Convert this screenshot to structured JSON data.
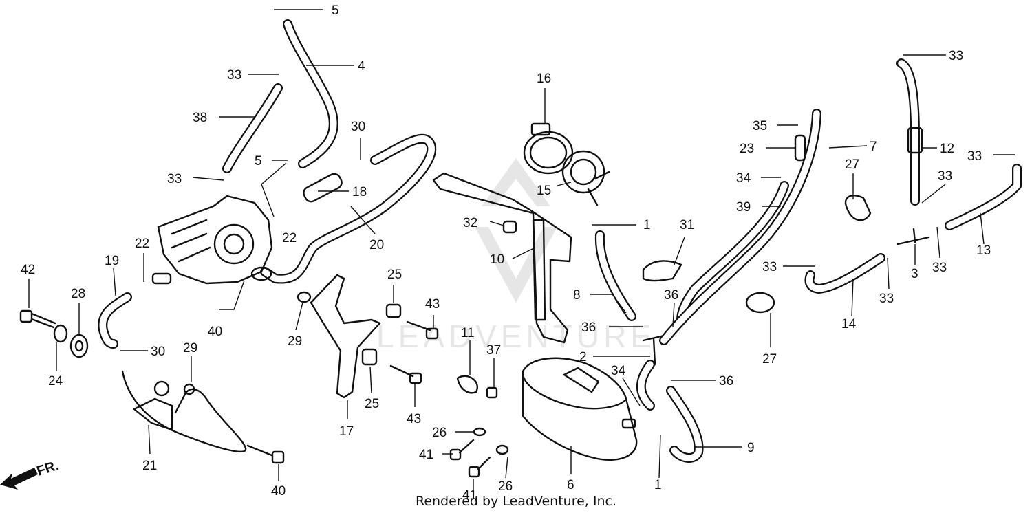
{
  "footer": {
    "credit": "Rendered by LeadVenture, Inc."
  },
  "watermark": {
    "text": "LEADVENTURE"
  },
  "direction_marker": {
    "label": "FR."
  },
  "callouts": [
    {
      "id": "c5a",
      "label": "5"
    },
    {
      "id": "c4",
      "label": "4"
    },
    {
      "id": "c33a",
      "label": "33"
    },
    {
      "id": "c38",
      "label": "38"
    },
    {
      "id": "c30a",
      "label": "30"
    },
    {
      "id": "c5b",
      "label": "5"
    },
    {
      "id": "c33b",
      "label": "33"
    },
    {
      "id": "c18",
      "label": "18"
    },
    {
      "id": "c20",
      "label": "20"
    },
    {
      "id": "c22a",
      "label": "22"
    },
    {
      "id": "c22b",
      "label": "22"
    },
    {
      "id": "c19",
      "label": "19"
    },
    {
      "id": "c42",
      "label": "42"
    },
    {
      "id": "c28",
      "label": "28"
    },
    {
      "id": "c24",
      "label": "24"
    },
    {
      "id": "c40a",
      "label": "40"
    },
    {
      "id": "c29a",
      "label": "29"
    },
    {
      "id": "c30b",
      "label": "30"
    },
    {
      "id": "c29b",
      "label": "29"
    },
    {
      "id": "c21",
      "label": "21"
    },
    {
      "id": "c40b",
      "label": "40"
    },
    {
      "id": "c17",
      "label": "17"
    },
    {
      "id": "c25a",
      "label": "25"
    },
    {
      "id": "c25b",
      "label": "25"
    },
    {
      "id": "c43a",
      "label": "43"
    },
    {
      "id": "c43b",
      "label": "43"
    },
    {
      "id": "c16",
      "label": "16"
    },
    {
      "id": "c15",
      "label": "15"
    },
    {
      "id": "c32",
      "label": "32"
    },
    {
      "id": "c10",
      "label": "10"
    },
    {
      "id": "c1a",
      "label": "1"
    },
    {
      "id": "c8",
      "label": "8"
    },
    {
      "id": "c36a",
      "label": "36"
    },
    {
      "id": "c36b",
      "label": "36"
    },
    {
      "id": "c31",
      "label": "31"
    },
    {
      "id": "c2",
      "label": "2"
    },
    {
      "id": "c11",
      "label": "11"
    },
    {
      "id": "c37",
      "label": "37"
    },
    {
      "id": "c26a",
      "label": "26"
    },
    {
      "id": "c26b",
      "label": "26"
    },
    {
      "id": "c41a",
      "label": "41"
    },
    {
      "id": "c41b",
      "label": "41"
    },
    {
      "id": "c6",
      "label": "6"
    },
    {
      "id": "c34a",
      "label": "34"
    },
    {
      "id": "c1b",
      "label": "1"
    },
    {
      "id": "c36c",
      "label": "36"
    },
    {
      "id": "c9",
      "label": "9"
    },
    {
      "id": "c35",
      "label": "35"
    },
    {
      "id": "c23",
      "label": "23"
    },
    {
      "id": "c34b",
      "label": "34"
    },
    {
      "id": "c39",
      "label": "39"
    },
    {
      "id": "c7",
      "label": "7"
    },
    {
      "id": "c27a",
      "label": "27"
    },
    {
      "id": "c27b",
      "label": "27"
    },
    {
      "id": "c33c",
      "label": "33"
    },
    {
      "id": "c12",
      "label": "12"
    },
    {
      "id": "c33d",
      "label": "33"
    },
    {
      "id": "c33e",
      "label": "33"
    },
    {
      "id": "c13",
      "label": "13"
    },
    {
      "id": "c33f",
      "label": "33"
    },
    {
      "id": "c3",
      "label": "3"
    },
    {
      "id": "c33g",
      "label": "33"
    },
    {
      "id": "c33h",
      "label": "33"
    },
    {
      "id": "c14",
      "label": "14"
    }
  ]
}
